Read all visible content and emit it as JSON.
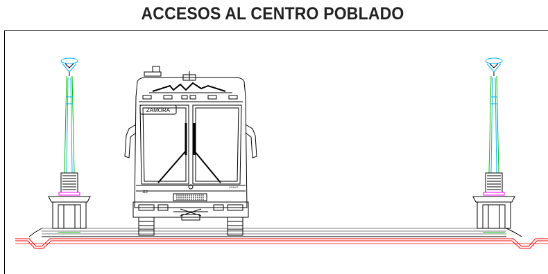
{
  "title": "ACCESOS AL CENTRO POBLADO",
  "bus": {
    "destination_sign": "ZAMORA",
    "fleet_number": "112",
    "brand": "VOLVO"
  },
  "colors": {
    "linework": "#000000",
    "road_edge": "#ff0000",
    "lamp_pole": "#00c000",
    "lamp_pole_inner": "#00b0ff",
    "lamp_base": "#ff00ff",
    "pavement": "#808080"
  }
}
